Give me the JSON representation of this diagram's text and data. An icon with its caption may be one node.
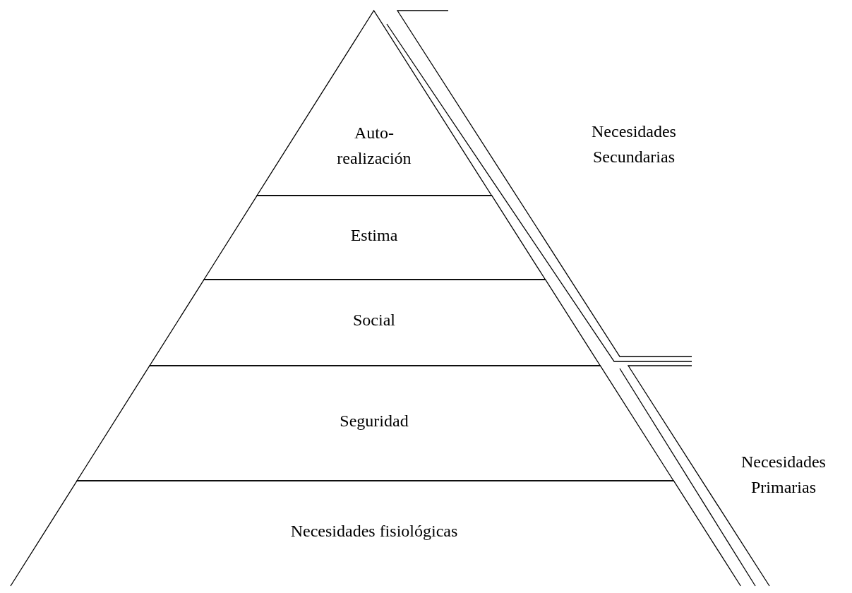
{
  "diagram": {
    "nodes": [
      {
        "text": [
          "Auto-realización"
        ]
      },
      {
        "text": [
          "Estima"
        ]
      },
      {
        "text": [
          "Social"
        ]
      },
      {
        "text": [
          "Seguridad"
        ]
      },
      {
        "text": [
          "Necesidades fisiológicas"
        ]
      }
    ],
    "edges": [],
    "labels": [
      "Necesidades Secundarias",
      "Necesidades Primarias"
    ]
  }
}
